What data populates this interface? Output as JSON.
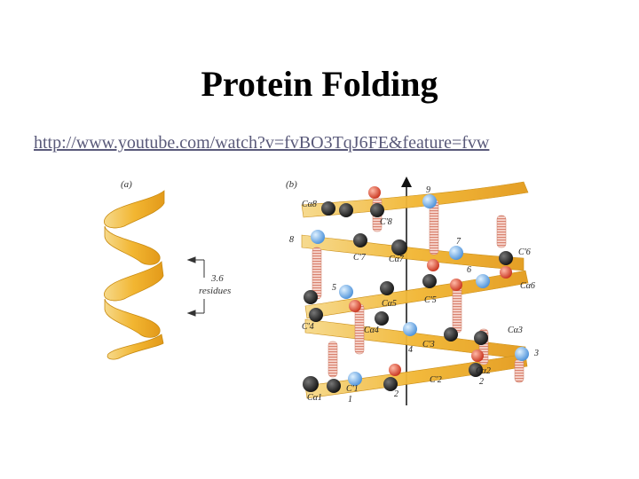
{
  "slide": {
    "title": "Protein Folding",
    "link": "http://www.youtube.com/watch?v=fvBO3TqJ6FE&feature=fvw"
  },
  "figure": {
    "panel_a_label": "(a)",
    "panel_b_label": "(b)",
    "pitch_label_line1": "3.6",
    "pitch_label_line2": "residues",
    "atom_labels": [
      "Cα8",
      "C'8",
      "9",
      "8",
      "7",
      "C'7",
      "Cα7",
      "C'6",
      "6",
      "5",
      "Cα6",
      "Cα5",
      "C'5",
      "C'4",
      "Cα4",
      "4",
      "C'3",
      "Cα3",
      "3",
      "Cα2",
      "2",
      "C'2",
      "Cα1",
      "C'1",
      "1",
      "2"
    ]
  }
}
